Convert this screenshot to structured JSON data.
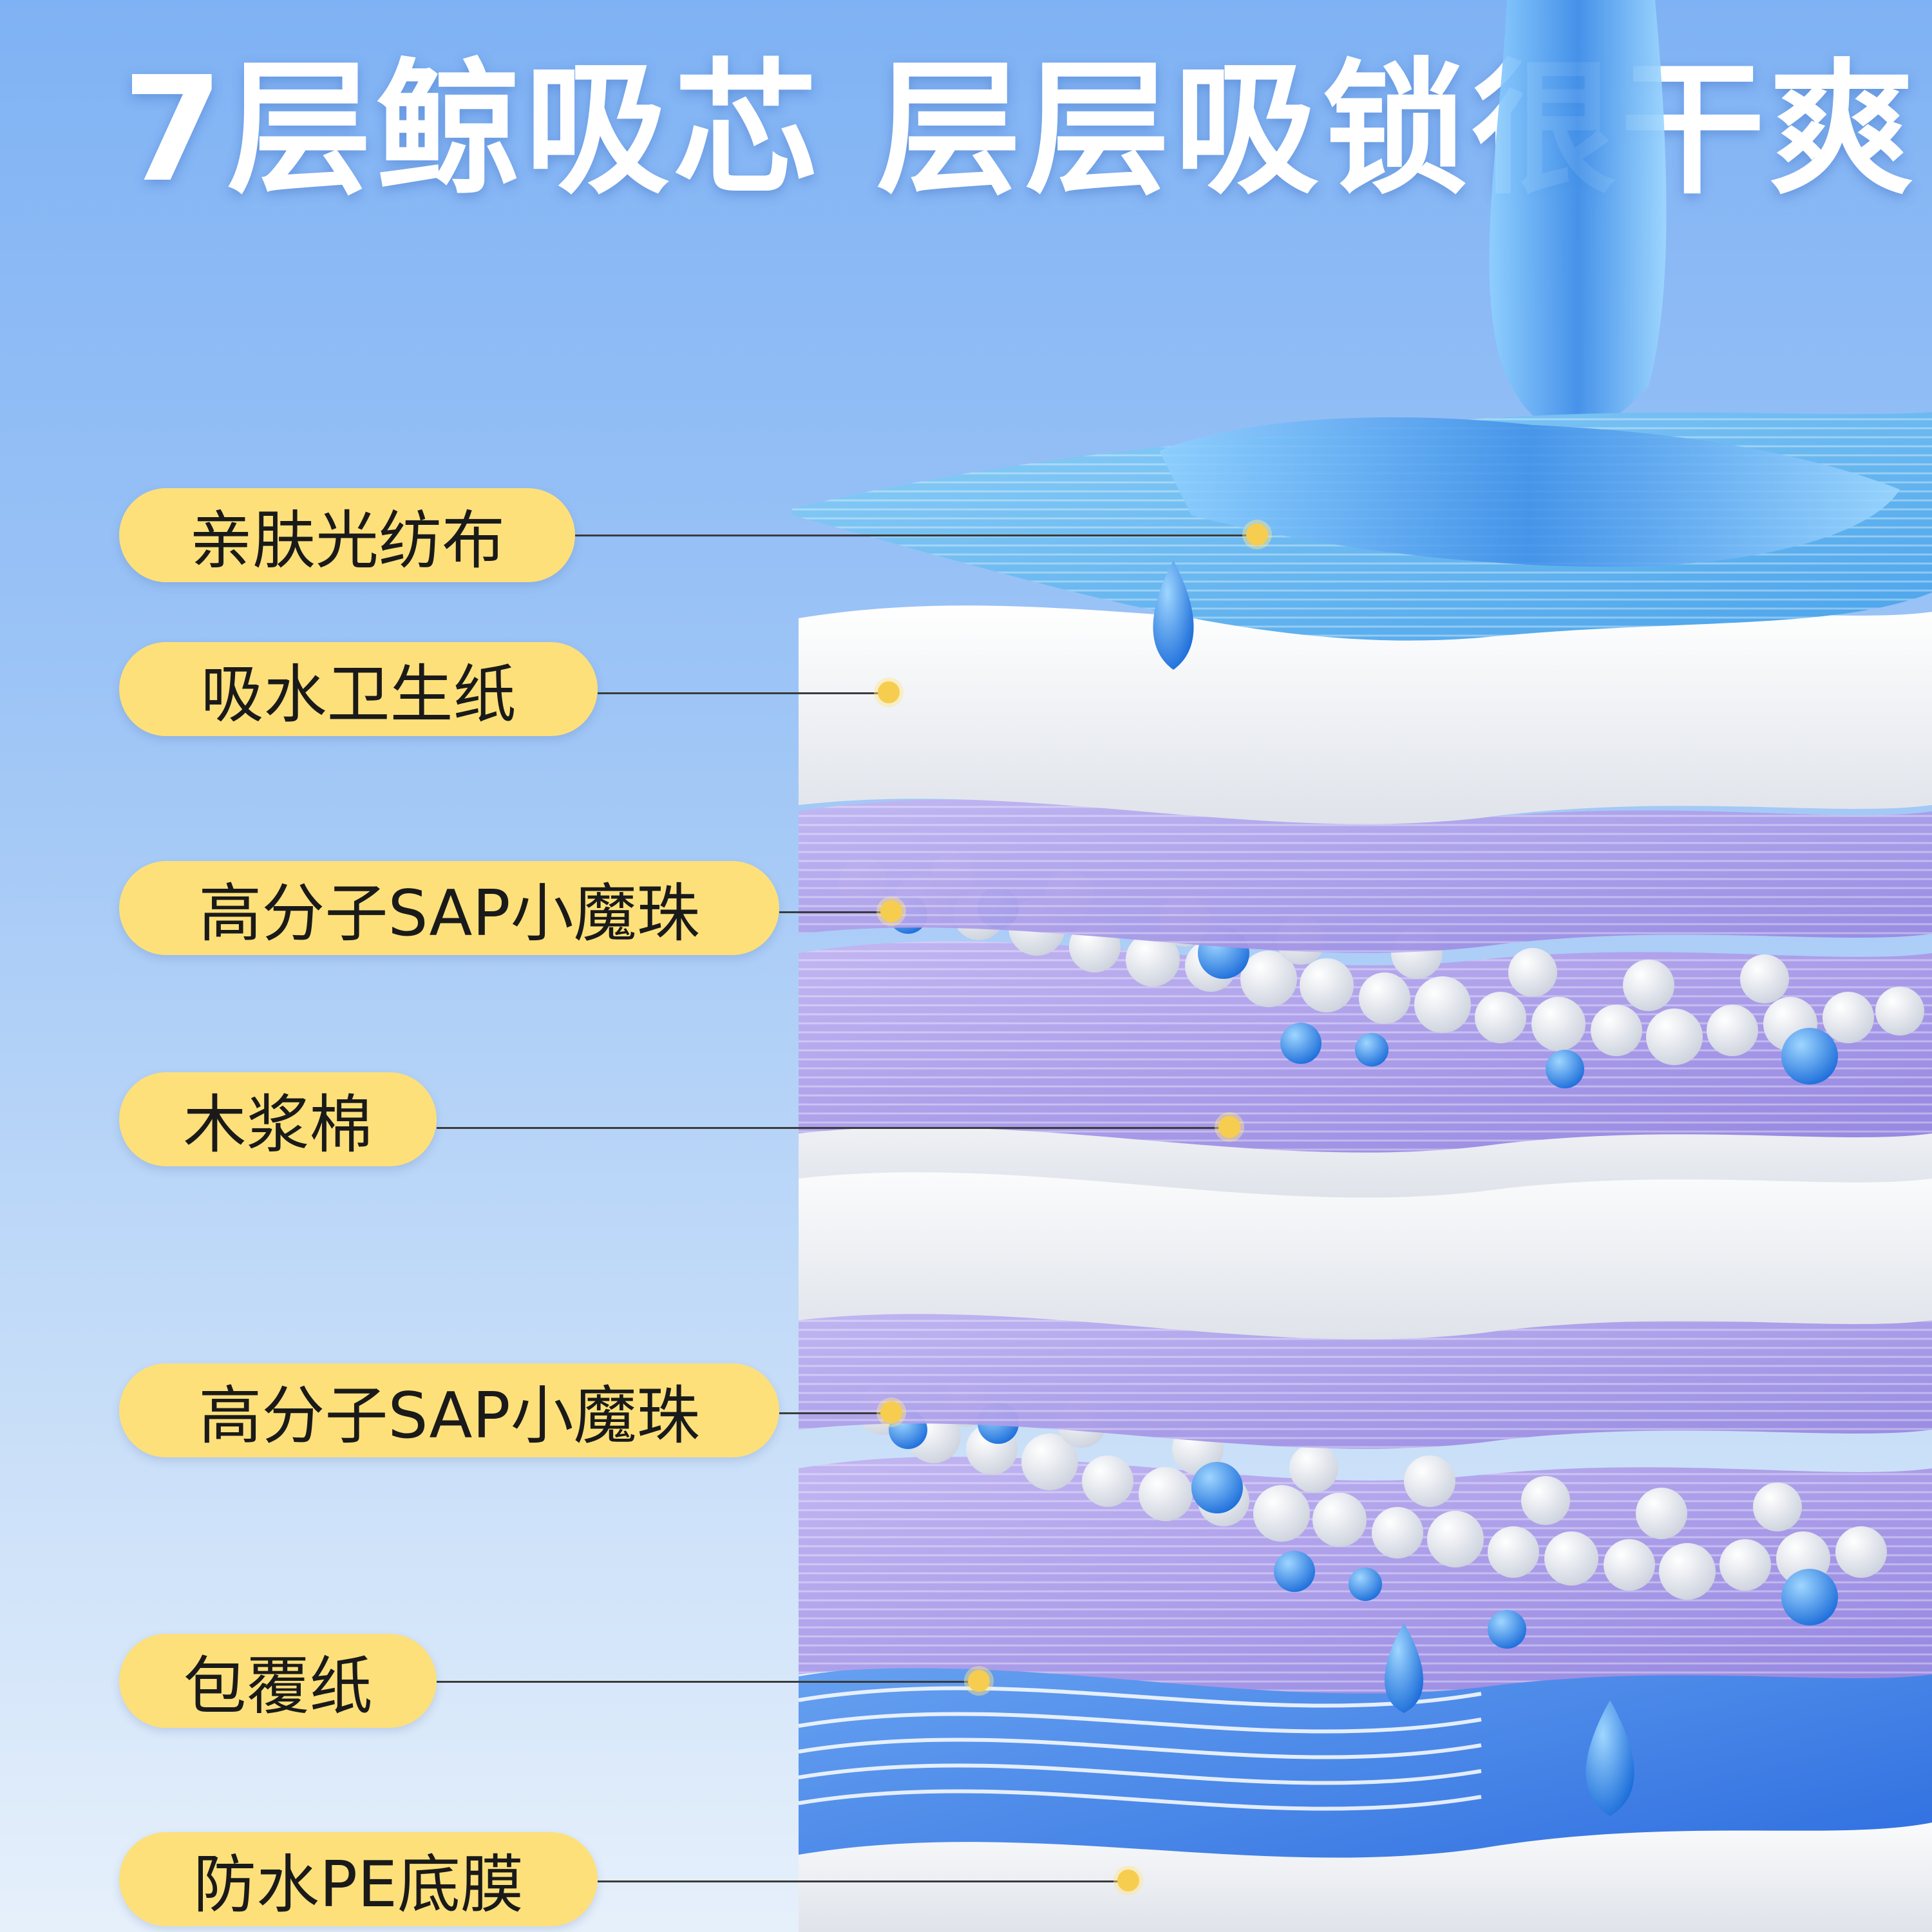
{
  "headline": "7层鲸吸芯 层层吸锁很干爽",
  "layers": [
    {
      "label": "亲肤光纺布",
      "icon": "fabric-layer-icon"
    },
    {
      "label": "吸水卫生纸",
      "icon": "tissue-layer-icon"
    },
    {
      "label": "高分子SAP小魔珠",
      "icon": "sap-beads-icon"
    },
    {
      "label": "木浆棉",
      "icon": "pulp-layer-icon"
    },
    {
      "label": "高分子SAP小魔珠",
      "icon": "sap-beads-icon"
    },
    {
      "label": "包覆纸",
      "icon": "wrap-paper-icon"
    },
    {
      "label": "防水PE底膜",
      "icon": "pe-film-icon"
    }
  ],
  "colors": {
    "pill": "#fde07a",
    "dot": "#f7cd4f",
    "fabric": "#5fb3f0",
    "purple": "#a99ae8",
    "white": "#f4f5f8",
    "water": "#3f8ee8"
  }
}
